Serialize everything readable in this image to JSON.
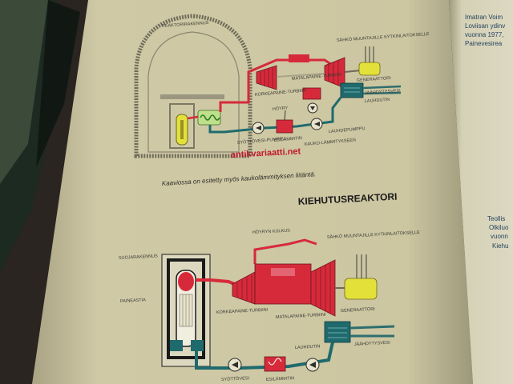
{
  "top_diagram": {
    "labels": {
      "reactor_building": "REAKTORIRAKENNUS",
      "high_pressure_turbine": "KORKEAPAINE-TURBIINI",
      "low_pressure_turbine": "MATALAPAINE-TURBIINI",
      "generator": "GENERAATTORI",
      "condenser": "LAUHDUTIN",
      "feedwater_pump": "SYÖTTÖVESI-PUMPPU",
      "preheater": "ESILÄMMITIN",
      "condensate_pump": "LAUHDEPUMPPU",
      "district_heat": "KAUKO-LÄMMITYKSEEN",
      "steam": "HÖYRY",
      "to_grid": "SÄHKÖ MUUNTAJILLE KYTKINLAITOKSELLE",
      "cooling_water": "JÄÄHDYTYSVESI"
    },
    "caption": "Kaaviossa on esitetty myös kaukolämmityksen liitäntä."
  },
  "section_title": "KIEHUTUSREAKTORI",
  "bottom_diagram": {
    "labels": {
      "steam": "HÖYRYN KULKUS",
      "to_grid": "SÄHKÖ MUUNTAJILLE KYTKINLAITOKSELLE",
      "high_pressure_turbine": "KORKEAPAINE-TURBIINI",
      "low_pressure_turbine": "MATALAPAINE-TURBIINI",
      "generator": "GENERAATTORI",
      "condenser": "LAUHDUTIN",
      "cooling_water": "JÄÄHDYTYSVESI",
      "feedwater": "SYÖTTÖVESI",
      "preheater": "ESILÄMMITIN",
      "pressure_vessel": "PAINEASTIA",
      "containment": "SUOJARAKENNUS"
    }
  },
  "watermark": "antikvariaatti.net",
  "right_page": {
    "upper_lines": [
      "Imatran Voim",
      "Loviisan ydinv",
      "vuonna 1977,",
      "Painevesirea"
    ],
    "lower_lines": [
      "Teollis",
      "Olkiluo",
      "vuonn",
      "Kiehu"
    ]
  },
  "colors": {
    "paper": "#cdc7a2",
    "steam_red": "#d62a3b",
    "water_teal": "#1f6a6d",
    "pressure_yellow": "#e3e03a",
    "cooling_blue": "#2e6e6e"
  }
}
